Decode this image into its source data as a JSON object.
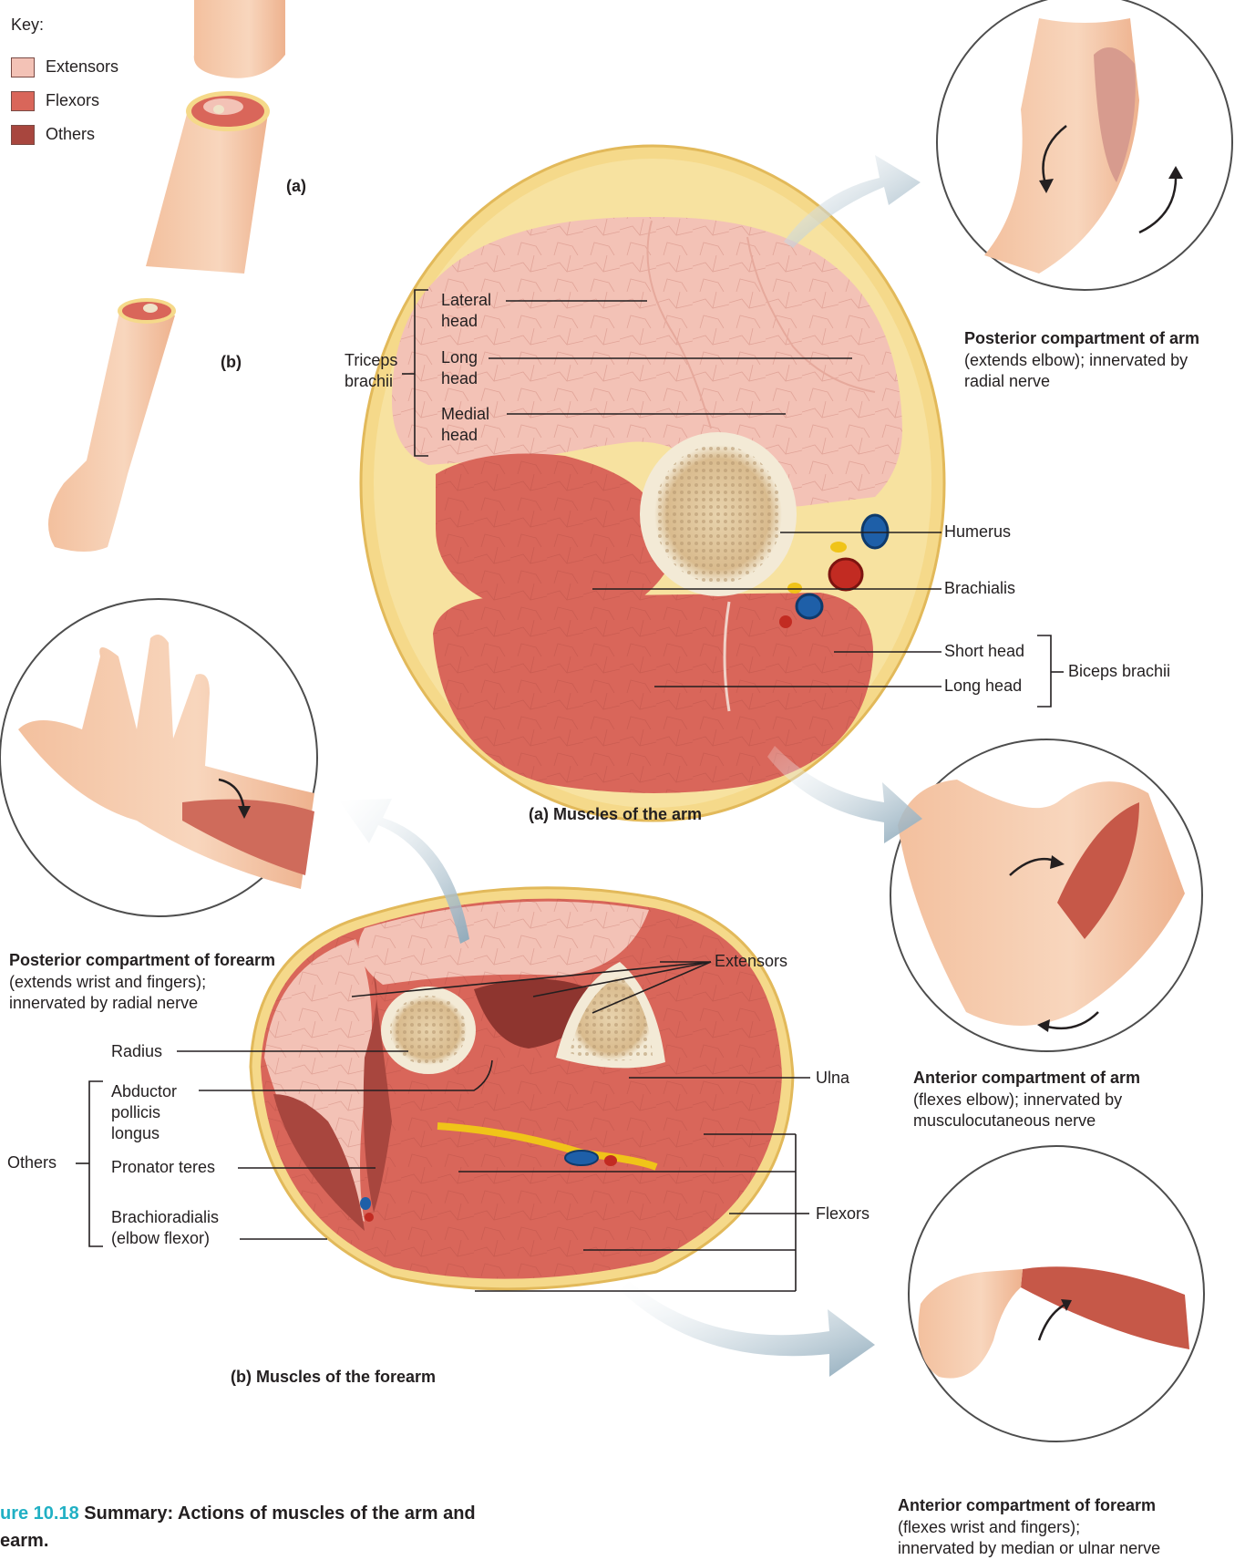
{
  "key": {
    "title": "Key:",
    "items": [
      {
        "label": "Extensors",
        "color": "#f3c2b6"
      },
      {
        "label": "Flexors",
        "color": "#d9665a"
      },
      {
        "label": "Others",
        "color": "#a8463e"
      }
    ]
  },
  "small_figs": {
    "a": "(a)",
    "b": "(b)"
  },
  "arm": {
    "caption": "(a) Muscles of the arm",
    "triceps": {
      "group": [
        "Triceps",
        "brachii"
      ],
      "heads": [
        [
          "Lateral",
          "head"
        ],
        [
          "Long",
          "head"
        ],
        [
          "Medial",
          "head"
        ]
      ]
    },
    "labels": {
      "humerus": "Humerus",
      "brachialis": "Brachialis",
      "short_head": "Short head",
      "long_head": "Long head",
      "biceps": "Biceps brachii"
    },
    "posterior": {
      "title": "Posterior compartment of arm",
      "desc": [
        "(extends elbow); innervated by",
        "radial nerve"
      ]
    },
    "anterior": {
      "title": "Anterior compartment of arm",
      "desc": [
        "(flexes elbow); innervated by",
        "musculocutaneous nerve"
      ]
    }
  },
  "forearm": {
    "caption": "(b) Muscles of the forearm",
    "labels": {
      "extensors": "Extensors",
      "radius": "Radius",
      "abductor": [
        "Abductor",
        "pollicis",
        "longus"
      ],
      "others": "Others",
      "pronator": "Pronator teres",
      "brachioradialis": [
        "Brachioradialis",
        "(elbow flexor)"
      ],
      "ulna": "Ulna",
      "flexors": "Flexors"
    },
    "posterior": {
      "title": "Posterior compartment of forearm",
      "desc": [
        "(extends wrist and fingers);",
        "innervated by radial nerve"
      ]
    },
    "anterior": {
      "title": "Anterior compartment of forearm",
      "desc": [
        "(flexes wrist and fingers);",
        "innervated by median or ulnar nerve"
      ]
    }
  },
  "figure": {
    "number": "ure 10.18",
    "title": "Summary: Actions of muscles of the arm and",
    "title2": "earm."
  },
  "colors": {
    "extensor": "#f3c2b6",
    "flexor": "#d9665a",
    "other": "#a8463e",
    "fat": "#f5d98a",
    "bone": "#efe3c8",
    "skin": "#f6c9a8",
    "arrow": "#9bb3c2"
  }
}
